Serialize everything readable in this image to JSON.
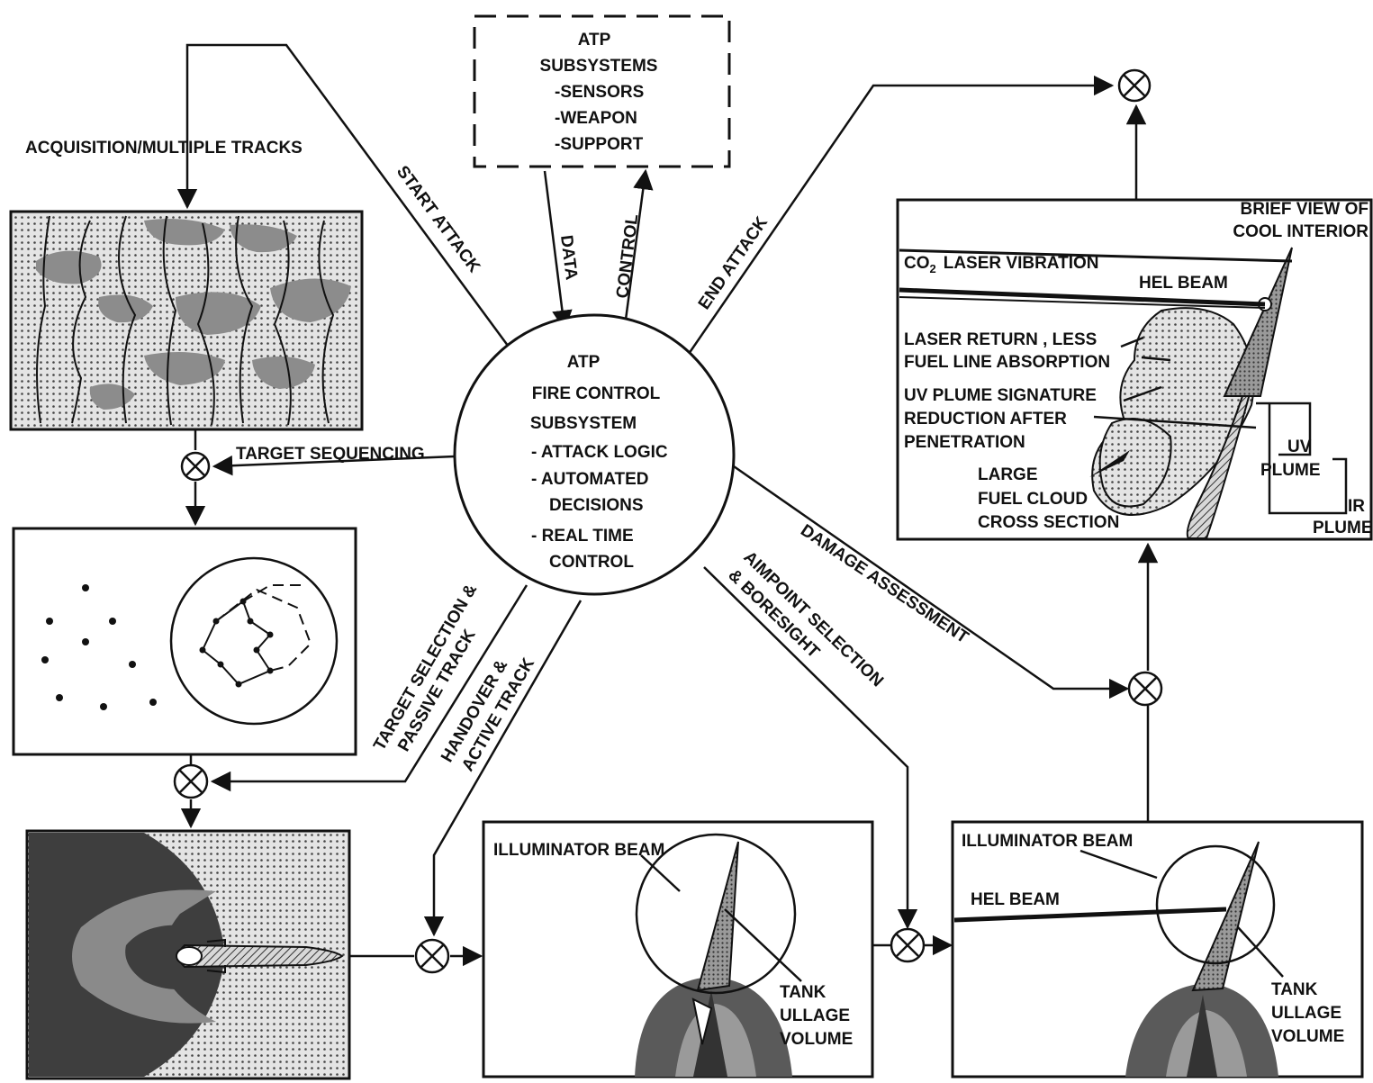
{
  "subsystems": {
    "title": "ATP",
    "heading": "SUBSYSTEMS",
    "items": [
      "-SENSORS",
      "-WEAPON",
      "-SUPPORT"
    ]
  },
  "fire_control": {
    "line1": "ATP",
    "line2": "FIRE CONTROL",
    "line3": "SUBSYSTEM",
    "items": [
      "- ATTACK LOGIC",
      "- AUTOMATED",
      "DECISIONS",
      "- REAL TIME",
      "CONTROL"
    ]
  },
  "flows": {
    "acquisition": "ACQUISITION/MULTIPLE TRACKS",
    "start_attack": "START ATTACK",
    "data": "DATA",
    "control": "CONTROL",
    "end_attack": "END ATTACK",
    "target_sequencing": "TARGET SEQUENCING",
    "target_selection_1": "TARGET SELECTION &",
    "target_selection_2": "PASSIVE TRACK",
    "handover_1": "HANDOVER &",
    "handover_2": "ACTIVE TRACK",
    "aimpoint_1": "AIMPOINT SELECTION",
    "aimpoint_2": "& BORESIGHT",
    "damage": "DAMAGE ASSESSMENT"
  },
  "panel_illuminator": {
    "beam": "ILLUMINATOR BEAM",
    "tank": [
      "TANK",
      "ULLAGE",
      "VOLUME"
    ]
  },
  "panel_hel": {
    "beam": "ILLUMINATOR BEAM",
    "hel": "HEL BEAM",
    "tank": [
      "TANK",
      "ULLAGE",
      "VOLUME"
    ]
  },
  "panel_kill": {
    "brief_1": "BRIEF VIEW OF",
    "brief_2": "COOL INTERIOR",
    "co2_prefix": "CO",
    "co2_sub": "2",
    "co2_rest": "LASER VIBRATION",
    "hel": "HEL BEAM",
    "return_1": "LASER RETURN , LESS",
    "return_2": "FUEL LINE ABSORPTION",
    "uvsig_1": "UV PLUME SIGNATURE",
    "uvsig_2": "REDUCTION AFTER",
    "uvsig_3": "PENETRATION",
    "cloud_1": "LARGE",
    "cloud_2": "FUEL CLOUD",
    "cloud_3": "CROSS SECTION",
    "uv_1": "UV",
    "uv_2": "PLUME",
    "ir_1": "IR",
    "ir_2": "PLUME"
  },
  "colors": {
    "line": "#111111",
    "dark_fill": "#4a4a4a",
    "mid_fill": "#8c8c8c",
    "light_fill": "#c8c8c8"
  }
}
